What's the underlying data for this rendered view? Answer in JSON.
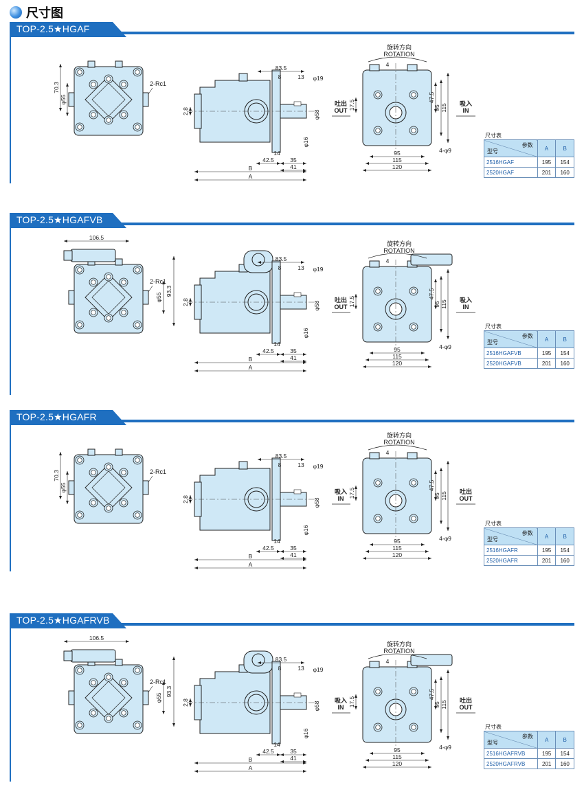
{
  "page": {
    "title": "尺寸图"
  },
  "labels": {
    "rotation_cn": "旋转方向",
    "rotation_en": "ROTATION",
    "out_cn": "吐出",
    "out_en": "OUT",
    "in_cn": "吸入",
    "in_en": "IN",
    "port": "2-Rc1",
    "holes": "4-φ9",
    "shaft_d": "φ19",
    "d16": "φ16",
    "d58": "φ58",
    "d55": "φ55",
    "key": "4",
    "dim_70_3": "70.3",
    "dim_93_3": "93.3",
    "dim_106_5": "106.5",
    "dim_2_8": "2.8",
    "dim_83_5": "83.5",
    "dim_8": "8",
    "dim_13": "13",
    "dim_14": "14",
    "dim_42_5": "42.5",
    "dim_35": "35",
    "dim_41": "41",
    "dim_B": "B",
    "dim_A": "A",
    "dim_17_5": "17.5",
    "dim_47_5": "47.5",
    "dim_95": "95",
    "dim_115": "115",
    "dim_120": "120"
  },
  "table_labels": {
    "caption": "尺寸表",
    "param": "参数",
    "model": "型号",
    "col_a": "A",
    "col_b": "B"
  },
  "sections": [
    {
      "title": "TOP-2.5★HGAF",
      "rows": [
        [
          "2516HGAF",
          "195",
          "154"
        ],
        [
          "2520HGAF",
          "201",
          "160"
        ]
      ]
    },
    {
      "title": "TOP-2.5★HGAFVB",
      "rows": [
        [
          "2516HGAFVB",
          "195",
          "154"
        ],
        [
          "2520HGAFVB",
          "201",
          "160"
        ]
      ]
    },
    {
      "title": "TOP-2.5★HGAFR",
      "rows": [
        [
          "2516HGAFR",
          "195",
          "154"
        ],
        [
          "2520HGAFR",
          "201",
          "160"
        ]
      ]
    },
    {
      "title": "TOP-2.5★HGAFRVB",
      "rows": [
        [
          "2516HGAFRVB",
          "195",
          "154"
        ],
        [
          "2520HGAFRVB",
          "201",
          "160"
        ]
      ]
    }
  ],
  "colors": {
    "accent": "#1f6fc0",
    "part_fill": "#cfe8f6",
    "line": "#222222"
  }
}
